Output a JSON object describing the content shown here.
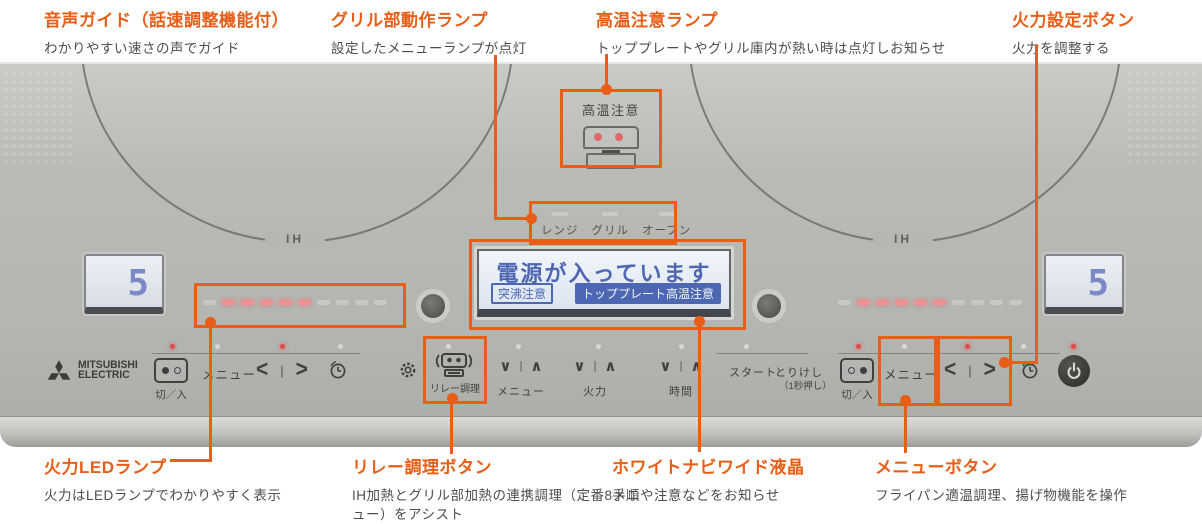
{
  "accent": "#e95e16",
  "top_labels": [
    {
      "title": "音声ガイド（話速調整機能付）",
      "desc": "わかりやすい速さの声でガイド"
    },
    {
      "title": "グリル部動作ランプ",
      "desc": "設定したメニューランプが点灯"
    },
    {
      "title": "高温注意ランプ",
      "desc": "トッププレートやグリル庫内が熱い時は点灯しお知らせ"
    },
    {
      "title": "火力設定ボタン",
      "desc": "火力を調整する"
    }
  ],
  "bottom_labels": [
    {
      "title": "火力LEDランプ",
      "desc": "火力はLEDランプでわかりやすく表示"
    },
    {
      "title": "リレー調理ボタン",
      "desc": "IH加熱とグリル部加熱の連携調理（定番8メニュー）をアシスト"
    },
    {
      "title": "ホワイトナビワイド液晶",
      "desc": "手順や注意などをお知らせ"
    },
    {
      "title": "メニューボタン",
      "desc": "フライパン適温調理、揚げ物機能を操作"
    }
  ],
  "cooktop": {
    "burner_left_label": "IH",
    "burner_right_label": "IH",
    "hot_lamp_label": "高温注意",
    "grill_lamps": [
      "レンジ",
      "グリル",
      "オーブン"
    ],
    "lcd": {
      "message": "電源が入っています",
      "alert_left": "突沸注意",
      "alert_right": "トッププレート高温注意"
    },
    "left_power_display": "5",
    "right_power_display": "5",
    "led_states": [
      "off",
      "on",
      "on",
      "on",
      "on",
      "on",
      "off",
      "off",
      "off",
      "off"
    ],
    "logo": {
      "line1": "MITSUBISHI",
      "line2": "ELECTRIC"
    },
    "controls": {
      "onoff_label": "切／入",
      "menu_label": "メニュー",
      "arrow_left": "<",
      "arrow_mid": "|",
      "arrow_right": ">",
      "relay_label": "リレー調理",
      "updown_down": "∨",
      "updown_mid": "|",
      "updown_up": "∧",
      "updown_groups": [
        "メニュー",
        "火力",
        "時間"
      ],
      "start_label": "スタート",
      "cancel_label": "とりけし",
      "cancel_sub": "（1秒押し）"
    }
  }
}
